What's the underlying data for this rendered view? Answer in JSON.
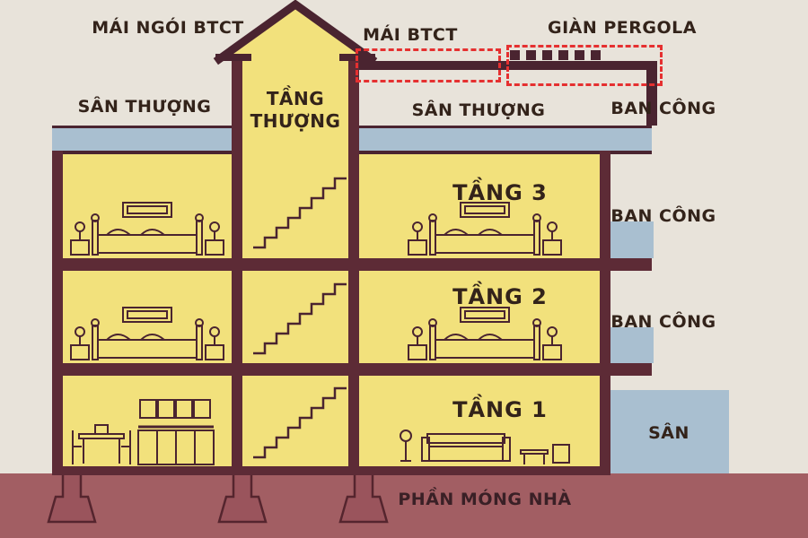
{
  "title": "House cross-section construction diagram",
  "labels": {
    "roof_tile": "MÁI NGÓI BTCT",
    "roof_concrete": "MÁI BTCT",
    "pergola": "GIÀN PERGOLA",
    "terrace_left": "SÂN THƯỢNG",
    "penthouse": "TẦNG THƯỢNG",
    "terrace_mid": "SÂN THƯỢNG",
    "balcony_top": "BAN CÔNG",
    "floor3": "TẦNG 3",
    "balcony_3": "BAN CÔNG",
    "floor2": "TẦNG 2",
    "balcony_2": "BAN CÔNG",
    "floor1": "TẦNG 1",
    "yard": "SÂN",
    "foundation": "PHẦN MÓNG NHÀ"
  },
  "icons": {
    "roof": "pitched-roof-icon",
    "pergola_slats": "pergola-slats-icon",
    "stairs": "stairs-icon",
    "bed": "bed-icon",
    "dining_table": "dining-table-icon",
    "kitchen_cabinet": "kitchen-cabinet-icon",
    "living_set": "living-room-set-icon",
    "footing": "foundation-footing-icon"
  },
  "colors": {
    "background": "#e8e3da",
    "floor_fill": "#f2e17c",
    "structure_dark": "#4a2430",
    "column": "#5d2b36",
    "ground": "#a25e63",
    "footing_fill": "#9a545c",
    "terrace_blue": "#a9bfd0",
    "highlight_dashed": "#e53030",
    "label_text": "#33231a"
  }
}
